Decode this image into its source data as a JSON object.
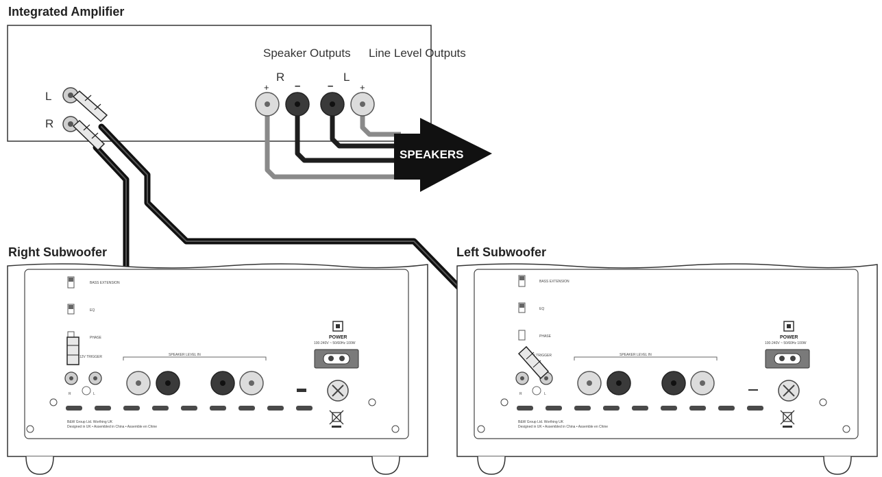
{
  "amplifier": {
    "title": "Integrated Amplifier",
    "speaker_outputs_label": "Speaker Outputs",
    "line_level_outputs_label": "Line Level Outputs",
    "channel_r": "R",
    "channel_l": "L",
    "line_l": "L",
    "line_r": "R",
    "plus": "+",
    "minus": "–",
    "speakers_label": "SPEAKERS"
  },
  "right_sub": {
    "title": "Right Subwoofer",
    "bass_ext": "BASS EXTENSION",
    "eq": "EQ",
    "phase": "PHASE",
    "trigger": "12V TRIGGER",
    "speaker_level_in": "SPEAKER LEVEL IN",
    "power": "POWER",
    "power_spec": "100-240V ~ 50/60Hz 100W",
    "rca_r": "R",
    "rca_l": "L",
    "footer1": "B&W Group Ltd. Worthing UK",
    "footer2": "Designed in UK • Assembled in China • Assemble en Chine"
  },
  "left_sub": {
    "title": "Left Subwoofer",
    "bass_ext": "BASS EXTENSION",
    "eq": "EQ",
    "phase": "PHASE",
    "trigger": "12V TRIGGER",
    "speaker_level_in": "SPEAKER LEVEL IN",
    "power": "POWER",
    "power_spec": "100-240V ~ 50/60Hz 100W",
    "rca_r": "R",
    "rca_l": "L",
    "footer1": "B&W Group Ltd. Worthing UK",
    "footer2": "Designed in UK • Assembled in China • Assemble en Chine"
  },
  "colors": {
    "cable": "#1a1a1a",
    "grey_wire": "#8a8a8a",
    "light_terminal": "#dcdcdc",
    "dark_terminal": "#3a3a3a"
  }
}
